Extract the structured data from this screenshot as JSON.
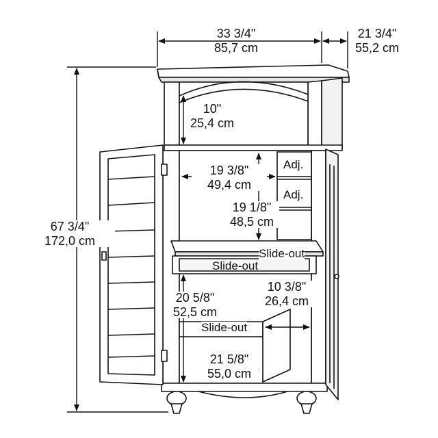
{
  "dimensions": {
    "width": {
      "imperial": "33 3/4\"",
      "metric": "85,7 cm"
    },
    "depth": {
      "imperial": "21 3/4\"",
      "metric": "55,2 cm"
    },
    "height": {
      "imperial": "67 3/4\"",
      "metric": "172,0 cm"
    },
    "hutch_opening": {
      "imperial": "10\"",
      "metric": "25,4 cm"
    },
    "interior_width": {
      "imperial": "19 3/8\"",
      "metric": "49,4 cm"
    },
    "interior_height": {
      "imperial": "19 1/8\"",
      "metric": "48,5 cm"
    },
    "lower_height": {
      "imperial": "20 5/8\"",
      "metric": "52,5 cm"
    },
    "side_depth": {
      "imperial": "10 3/8\"",
      "metric": "26,4 cm"
    },
    "bottom_width": {
      "imperial": "21 5/8\"",
      "metric": "55,0 cm"
    }
  },
  "callouts": {
    "adj_upper": "Adj.",
    "adj_lower": "Adj.",
    "slide_out_keyboard": "Slide-out",
    "slide_out_tray": "Slide-out",
    "slide_out_bottom": "Slide-out"
  },
  "colors": {
    "ink": "#111111",
    "panel": "#ffffff",
    "shade": "#d8d8d8"
  }
}
